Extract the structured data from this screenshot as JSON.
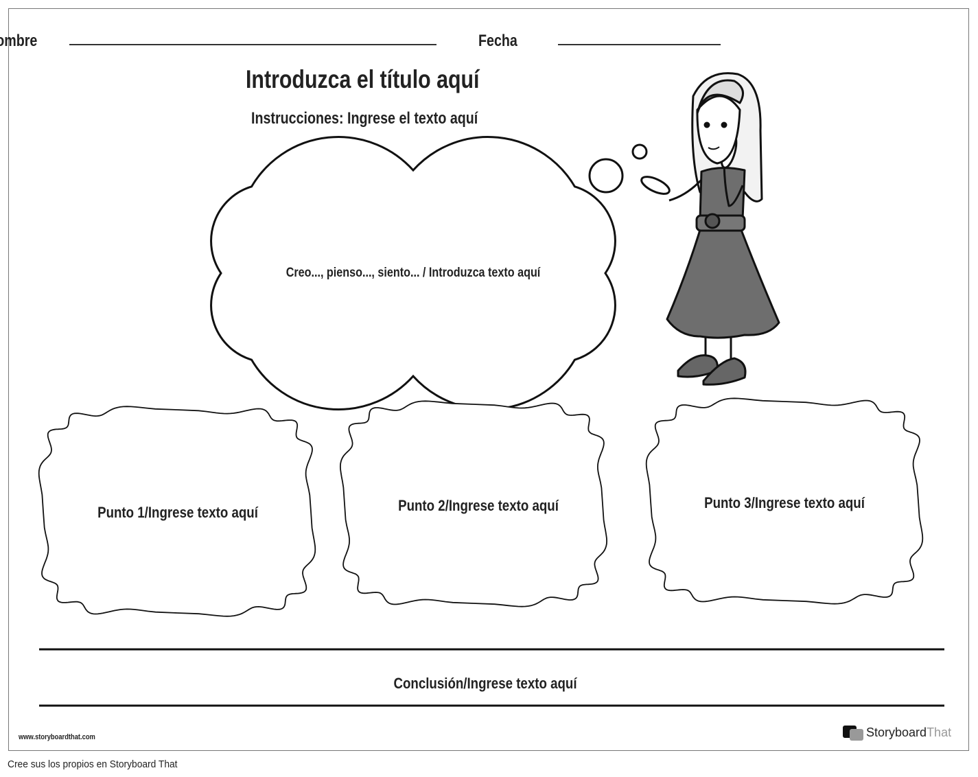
{
  "header": {
    "name_label": "Nombre",
    "date_label": "Fecha"
  },
  "title": "Introduzca el título aquí",
  "instructions": "Instrucciones: Ingrese el texto aquí",
  "main_cloud": "Creo..., pienso..., siento... / Introduzca texto aquí",
  "points": [
    {
      "label": "Punto 1/Ingrese texto aquí"
    },
    {
      "label": "Punto 2/Ingrese texto aquí"
    },
    {
      "label": "Punto 3/Ingrese texto aquí"
    }
  ],
  "conclusion": "Conclusión/Ingrese texto aquí",
  "footer": {
    "url": "www.storyboardthat.com",
    "logo_text_a": "Storyboard",
    "logo_text_b": "That",
    "credit": "Cree sus los propios en Storyboard That"
  },
  "colors": {
    "dress": "#6e6e6e",
    "text": "#222222",
    "border": "#777777"
  }
}
